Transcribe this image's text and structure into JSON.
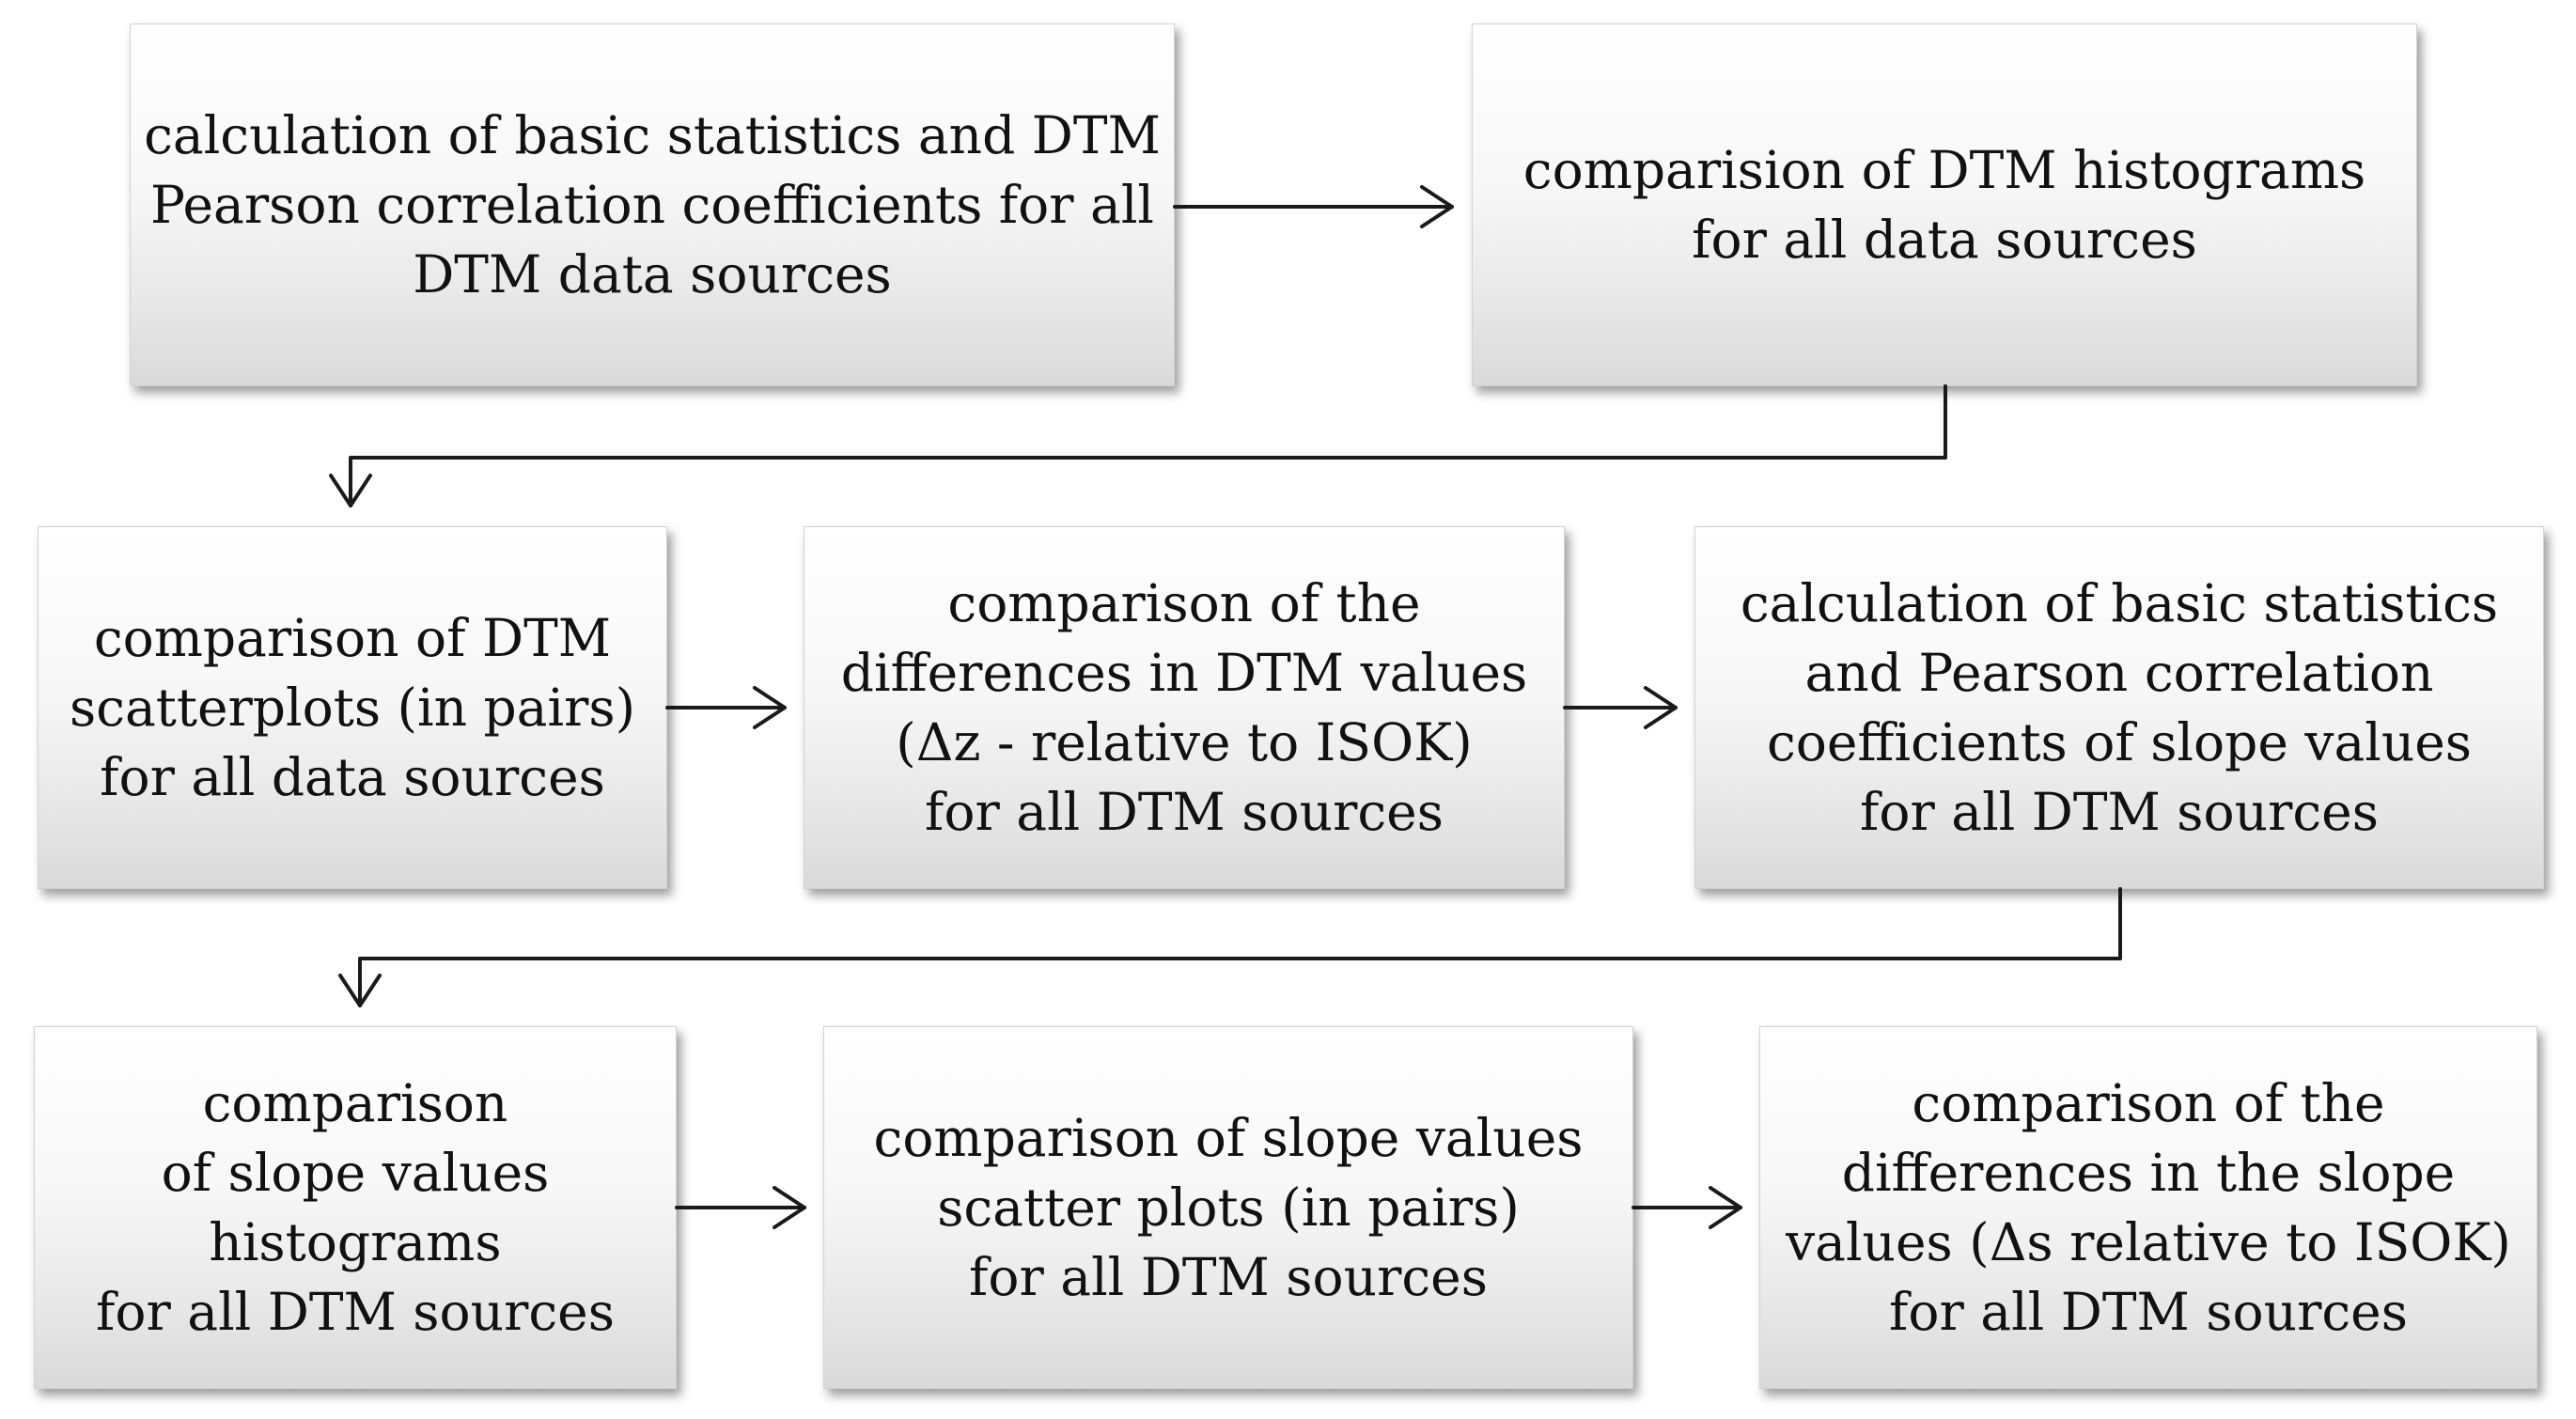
{
  "boxes": [
    {
      "id": "b1",
      "text": "calculation of basic statistics and DTM\nPearson correlation coefficients for all\nDTM data sources"
    },
    {
      "id": "b2",
      "text": "comparision of DTM histograms\nfor all data sources"
    },
    {
      "id": "b3",
      "text": "comparison of DTM\nscatterplots (in pairs)\nfor all data sources"
    },
    {
      "id": "b4",
      "text": "comparison of the\ndifferences in DTM values\n(Δz - relative to ISOK)\nfor all DTM sources"
    },
    {
      "id": "b5",
      "text": "calculation of basic statistics\nand Pearson correlation\ncoefficients of slope values\nfor all DTM sources"
    },
    {
      "id": "b6",
      "text": "comparison\nof slope values\nhistograms\nfor all DTM sources"
    },
    {
      "id": "b7",
      "text": "comparison of slope values\nscatter plots (in pairs)\nfor all DTM sources"
    },
    {
      "id": "b8",
      "text": "comparison of the\ndifferences in the slope\nvalues (Δs  relative to ISOK)\nfor all DTM sources"
    }
  ],
  "colors": {
    "arrow": "#1a1a1a",
    "text": "#111111"
  }
}
